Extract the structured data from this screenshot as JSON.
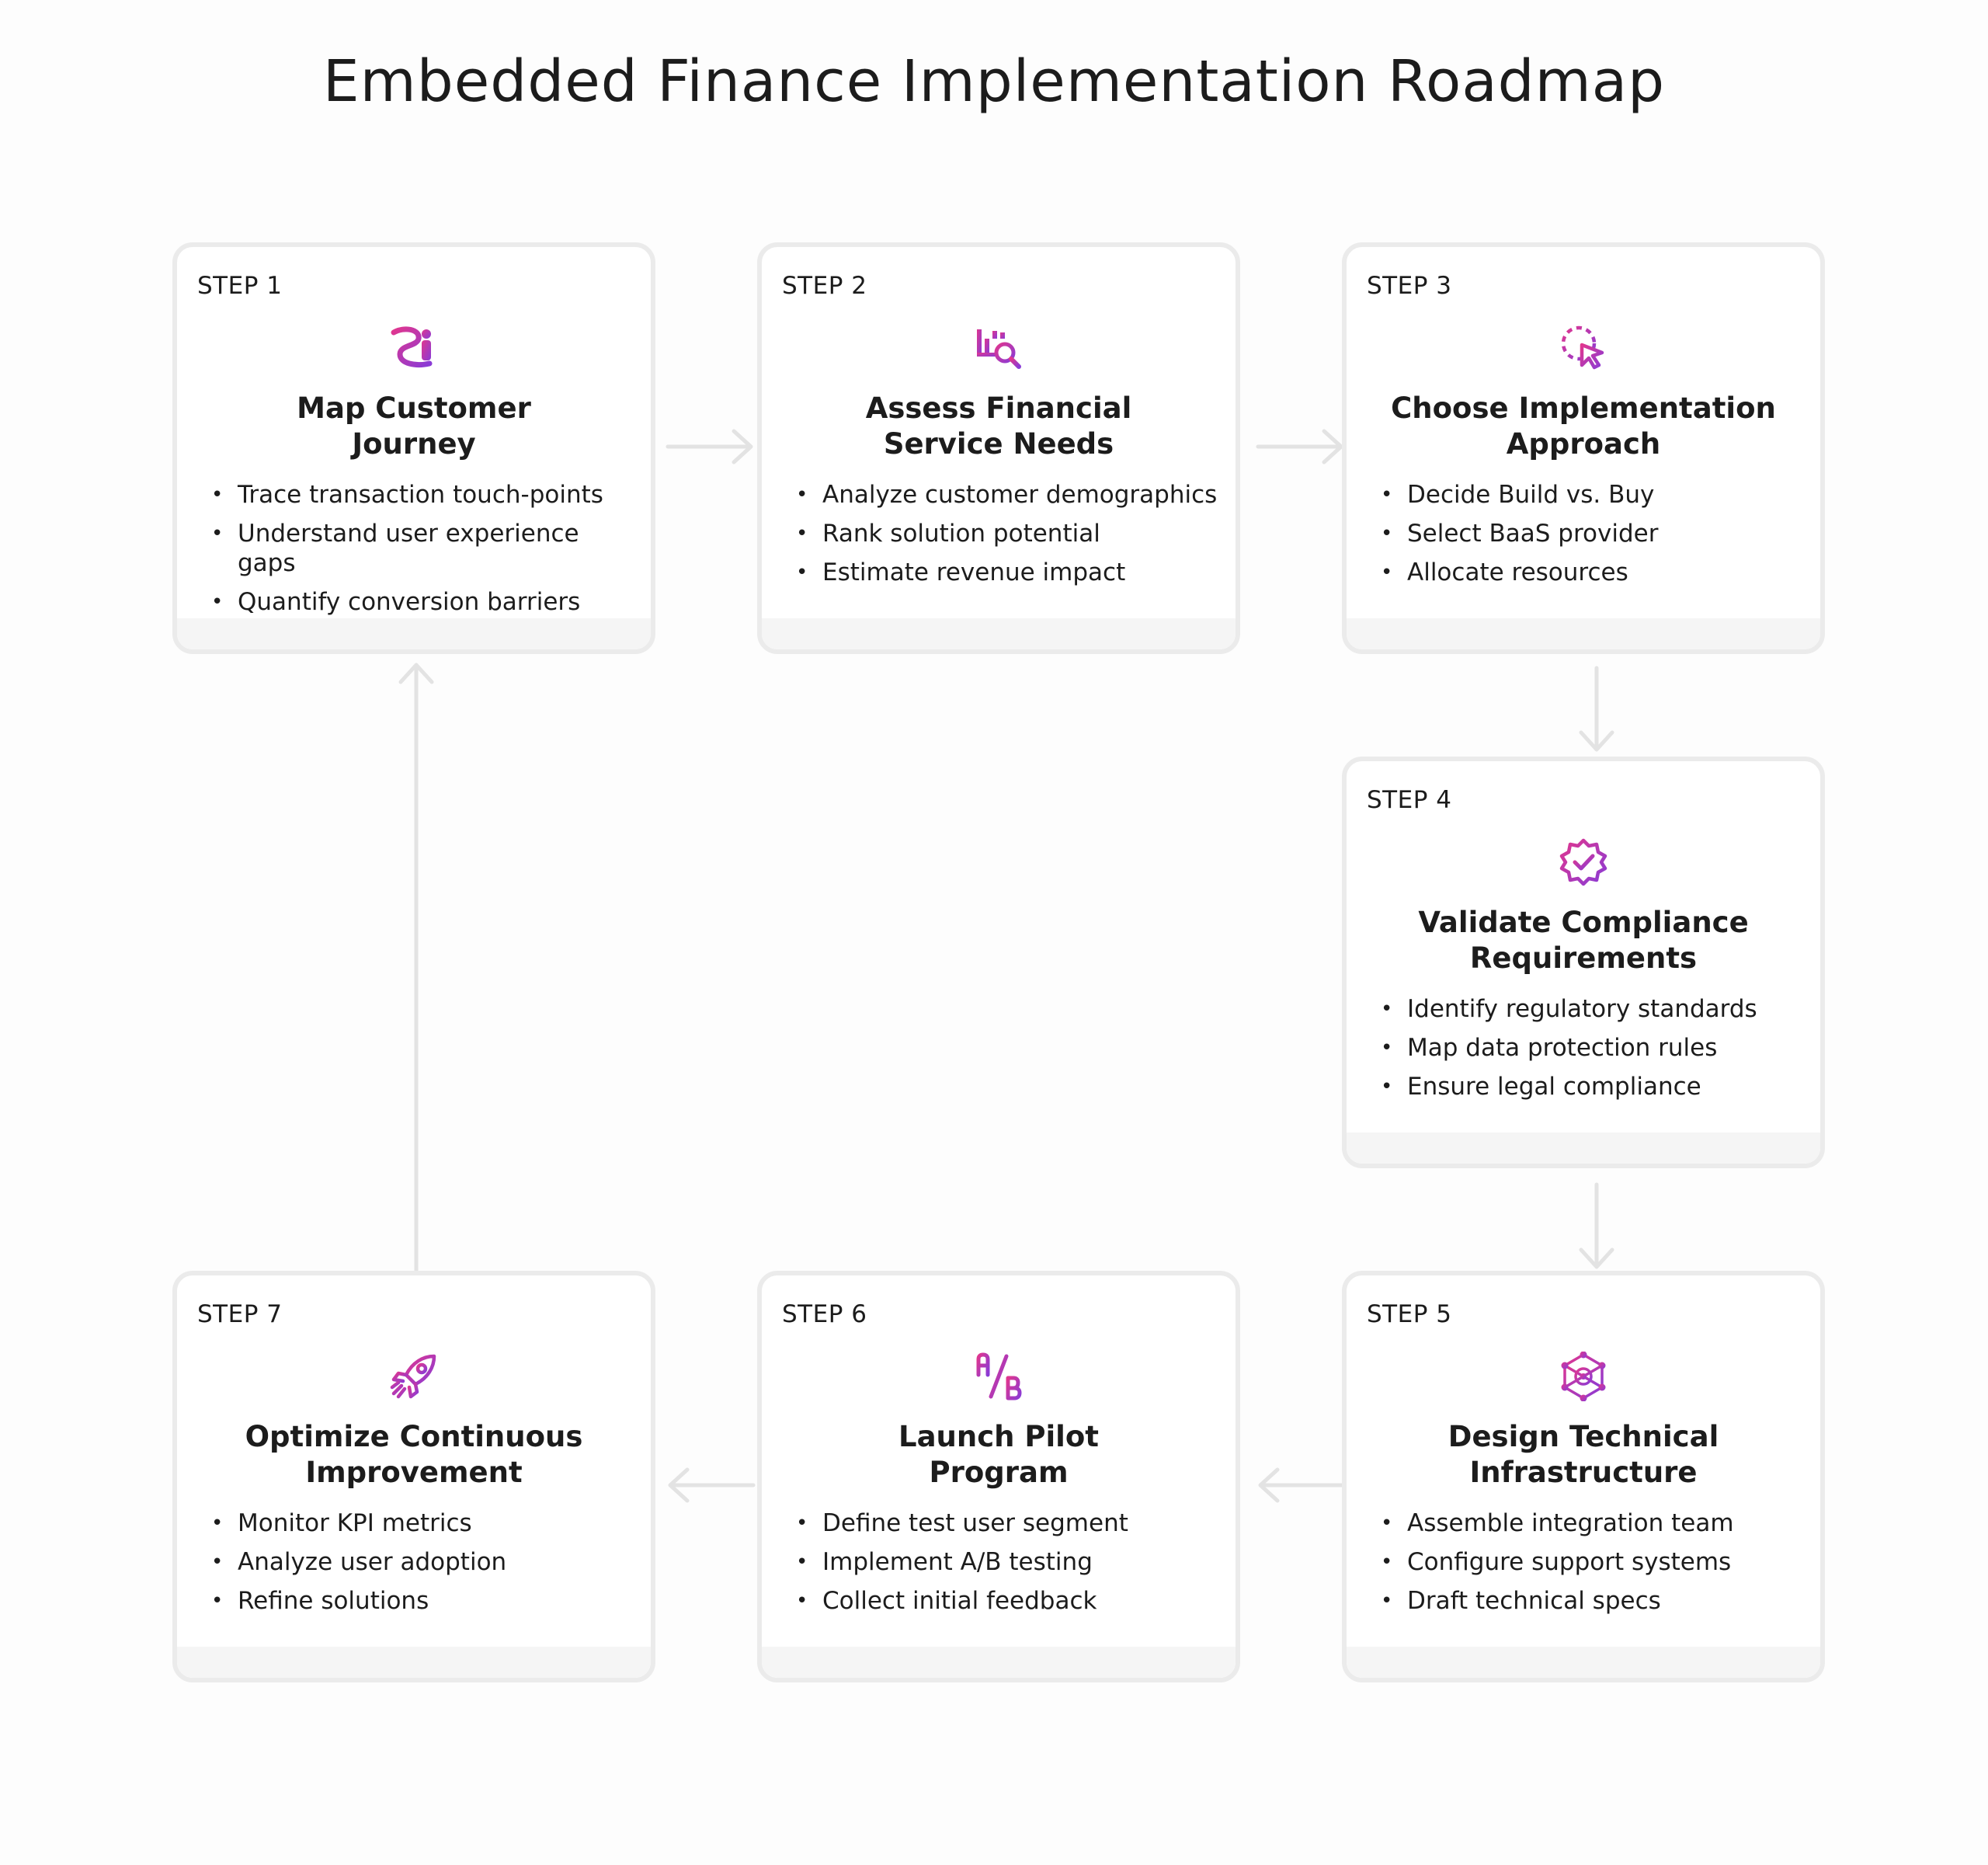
{
  "title": "Embedded Finance Implementation Roadmap",
  "colors": {
    "accent_start": "#e0368f",
    "accent_end": "#8a3bd6",
    "connector": "#e3e3e3",
    "card_border": "#ebebeb"
  },
  "steps": [
    {
      "label": "STEP 1",
      "icon": "customer-journey-icon",
      "title_line1": "Map Customer",
      "title_line2": "Journey",
      "bullets": [
        "Trace transaction touch-points",
        "Understand user experience gaps",
        "Quantify conversion barriers"
      ]
    },
    {
      "label": "STEP 2",
      "icon": "chart-search-icon",
      "title_line1": "Assess Financial",
      "title_line2": "Service Needs",
      "bullets": [
        "Analyze customer demographics",
        "Rank solution potential",
        "Estimate revenue impact"
      ]
    },
    {
      "label": "STEP 3",
      "icon": "cursor-select-icon",
      "title_line1": "Choose Implementation",
      "title_line2": "Approach",
      "bullets": [
        "Decide Build vs. Buy",
        "Select BaaS provider",
        "Allocate resources"
      ]
    },
    {
      "label": "STEP 4",
      "icon": "verified-badge-icon",
      "title_line1": "Validate Compliance",
      "title_line2": "Requirements",
      "bullets": [
        "Identify regulatory standards",
        "Map data protection rules",
        "Ensure legal compliance"
      ]
    },
    {
      "label": "STEP 5",
      "icon": "network-icon",
      "title_line1": "Design Technical",
      "title_line2": "Infrastructure",
      "bullets": [
        "Assemble integration team",
        "Configure support systems",
        "Draft technical specs"
      ]
    },
    {
      "label": "STEP 6",
      "icon": "ab-test-icon",
      "title_line1": "Launch Pilot",
      "title_line2": "Program",
      "bullets": [
        "Define test user segment",
        "Implement A/B testing",
        "Collect initial feedback"
      ]
    },
    {
      "label": "STEP 7",
      "icon": "rocket-icon",
      "title_line1": "Optimize Continuous",
      "title_line2": "Improvement",
      "bullets": [
        "Monitor KPI metrics",
        "Analyze user adoption",
        "Refine solutions"
      ]
    }
  ]
}
